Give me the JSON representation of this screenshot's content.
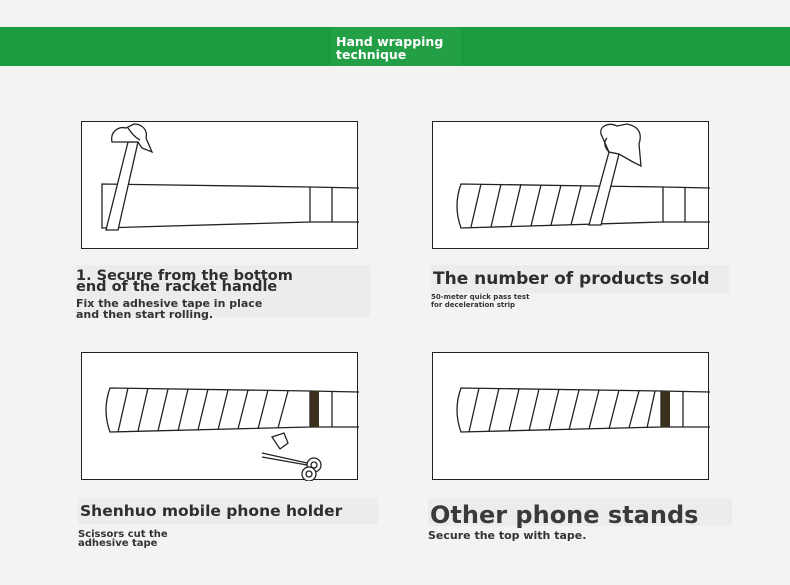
{
  "header": {
    "title": "Hand wrapping\n technique",
    "accent_color": "#1a9b3f"
  },
  "steps": [
    {
      "title": "1. Secure from the bottom\n end of the racket handle",
      "subtitle": "Fix the adhesive tape in place\n and then start rolling.",
      "image_icon": "hand-applying-tape-icon"
    },
    {
      "title": "The number of products sold",
      "subtitle": "50-meter quick pass test\n for deceleration strip",
      "image_icon": "hand-wrapping-tape-icon"
    },
    {
      "title": "Shenhuo mobile phone holder",
      "subtitle": "Scissors cut the\n adhesive tape",
      "image_icon": "scissors-icon"
    },
    {
      "title": "Other phone stands",
      "subtitle": "Secure the top with tape.",
      "image_icon": "wrapped-handle-icon"
    }
  ]
}
